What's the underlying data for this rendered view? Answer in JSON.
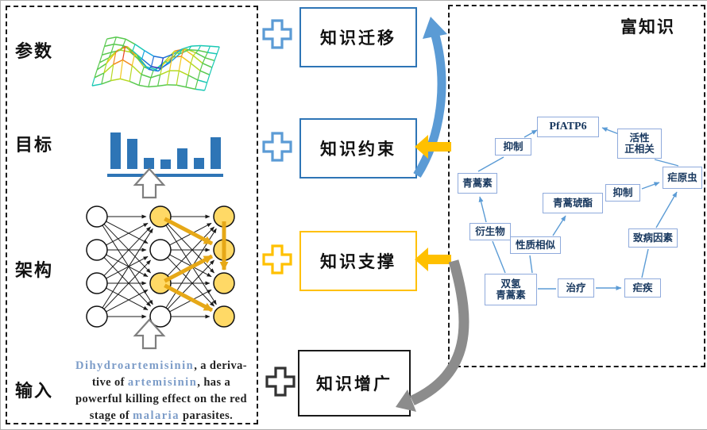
{
  "left_panel": {
    "labels": {
      "parameters": "参数",
      "objective": "目标",
      "architecture": "架构",
      "input": "输入"
    },
    "highlight_color": "#7C9CC8",
    "input_text_segments": [
      {
        "text": "Dihydroartemisinin",
        "highlight": true
      },
      {
        "text": ", a deriva-\ntive of ",
        "highlight": false
      },
      {
        "text": "artemisinin",
        "highlight": true
      },
      {
        "text": ", has a\npowerful killing effect on the red\nstage of ",
        "highlight": false
      },
      {
        "text": "malaria",
        "highlight": true
      },
      {
        "text": " parasites.",
        "highlight": false
      }
    ],
    "network": {
      "layer_x": [
        25,
        105,
        185
      ],
      "row_y": [
        16,
        58,
        100,
        142
      ],
      "radius": 13,
      "highlight": [
        [],
        [
          0,
          2
        ],
        [
          0,
          1,
          2,
          3
        ]
      ],
      "node_fill_default": "#ffffff",
      "node_fill_highlight": "#FFD966",
      "node_stroke": "#111111",
      "edge_color": "#1a1a1a",
      "bold_arrow_color": "#E6A817",
      "bold_arrows": [
        [
          1,
          0,
          2,
          1
        ],
        [
          1,
          2,
          2,
          1
        ],
        [
          1,
          2,
          2,
          3
        ],
        [
          2,
          0,
          2,
          2
        ]
      ]
    }
  },
  "middle": {
    "boxes": [
      {
        "label": "知识迁移",
        "border_color": "#2E75B6",
        "plus_color": "#5B9BD5"
      },
      {
        "label": "知识约束",
        "border_color": "#2E75B6",
        "plus_color": "#5B9BD5"
      },
      {
        "label": "知识支撑",
        "border_color": "#FFC000",
        "plus_color": "#FFC000"
      },
      {
        "label": "知识增广",
        "border_color": "#1A1A1A",
        "plus_color": "#333333"
      }
    ],
    "arrows": {
      "transfer_color": "#5B9BD5",
      "constraint_color": "#FFC000",
      "support_color": "#FFC000",
      "augment_color": "#8C8C8C"
    }
  },
  "right_panel": {
    "title": "富知识",
    "edge_color": "#5B9BD5",
    "node_border_color": "#8FAADC",
    "nodes": [
      {
        "label": "PfATP6"
      },
      {
        "label": "抑制"
      },
      {
        "label": "活性\n正相关"
      },
      {
        "label": "疟原虫"
      },
      {
        "label": "青蒿素"
      },
      {
        "label": "青蒿琥酯"
      },
      {
        "label": "抑制"
      },
      {
        "label": "衍生物"
      },
      {
        "label": "性质相似"
      },
      {
        "label": "致病因素"
      },
      {
        "label": "双氢\n青蒿素"
      },
      {
        "label": "治疗"
      },
      {
        "label": "疟疾"
      }
    ]
  },
  "chart_data": {
    "type": "bar",
    "title": "objective mini histogram (decorative, unlabeled)",
    "categories": [
      "",
      "",
      "",
      "",
      "",
      "",
      ""
    ],
    "values": [
      1.0,
      0.82,
      0.3,
      0.25,
      0.57,
      0.3,
      0.86
    ],
    "ylim": [
      0,
      1
    ],
    "bar_color": "#2E75B6",
    "xlabel": "",
    "ylabel": ""
  }
}
